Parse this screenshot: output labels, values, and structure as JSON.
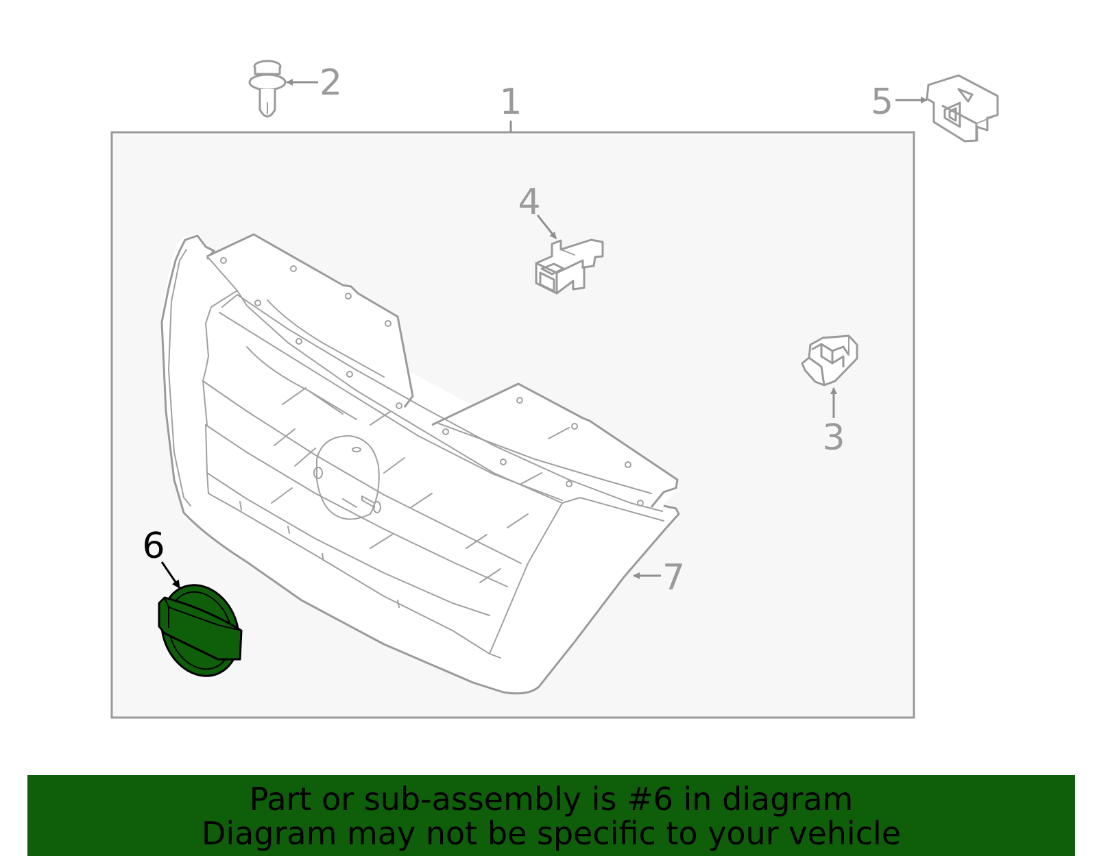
{
  "callouts": {
    "c1": "1",
    "c2": "2",
    "c3": "3",
    "c4": "4",
    "c5": "5",
    "c6": "6",
    "c7": "7"
  },
  "highlight_color": "#0f5e0a",
  "banner": {
    "line1": "Part or sub-assembly is #6 in diagram",
    "line2": "Diagram may not be specific to your vehicle"
  }
}
